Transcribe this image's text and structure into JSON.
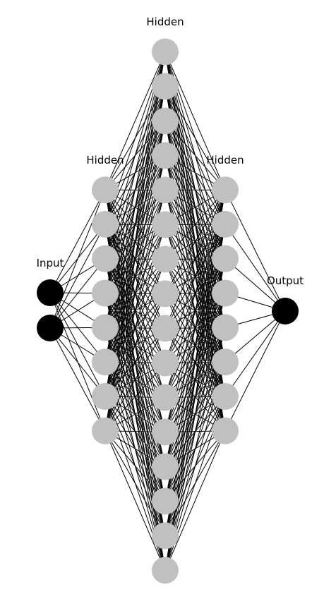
{
  "diagram": {
    "title": "",
    "colors": {
      "input_node": "#000000",
      "hidden_node": "#c0c0c0",
      "output_node": "#000000",
      "edge": "#000000",
      "background": "#ffffff"
    },
    "layers": [
      {
        "label": "Input",
        "type": "input",
        "neurons": 2
      },
      {
        "label": "Hidden",
        "type": "hidden",
        "neurons": 8
      },
      {
        "label": "Hidden",
        "type": "hidden",
        "neurons": 16
      },
      {
        "label": "Hidden",
        "type": "hidden",
        "neurons": 8
      },
      {
        "label": "Output",
        "type": "output",
        "neurons": 1
      }
    ],
    "connectivity": "fully-connected between adjacent layers"
  }
}
